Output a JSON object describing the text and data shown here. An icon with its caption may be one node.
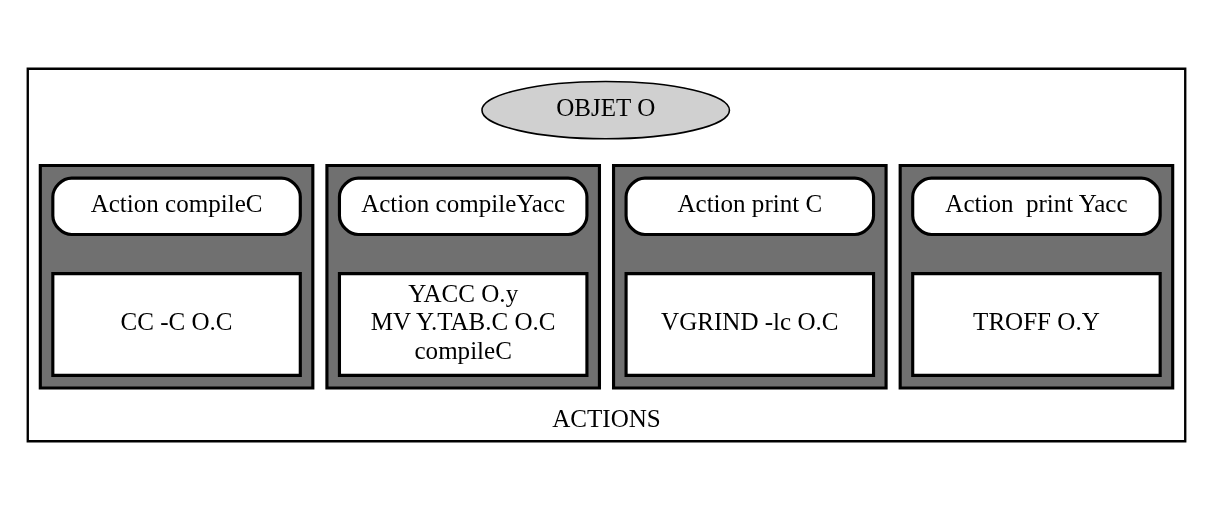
{
  "diagram": {
    "nodes": [
      {
        "text": [
          "ACTIONS"
        ]
      },
      {
        "text": [
          "OBJET O"
        ],
        "in": 0
      },
      {
        "text": [],
        "shape": "box",
        "in": 0
      },
      {
        "text": [
          "Action compileC"
        ],
        "in": 2
      },
      {
        "text": [
          "CC -C O.C"
        ],
        "in": 2
      },
      {
        "text": [],
        "shape": "box",
        "in": 0
      },
      {
        "text": [
          "Action compileYacc"
        ],
        "in": 5
      },
      {
        "text": [
          "YACC O.y",
          "MV Y.TAB.C O.C",
          "compileC"
        ],
        "in": 5
      },
      {
        "text": [],
        "shape": "box",
        "in": 0
      },
      {
        "text": [
          "Action print C"
        ],
        "in": 8
      },
      {
        "text": [
          "VGRIND -lc O.C"
        ],
        "in": 8
      },
      {
        "text": [],
        "shape": "box",
        "in": 0
      },
      {
        "text": [
          "Action  print Yacc"
        ],
        "in": 11
      },
      {
        "text": [
          "TROFF O.Y"
        ],
        "in": 11
      }
    ]
  }
}
